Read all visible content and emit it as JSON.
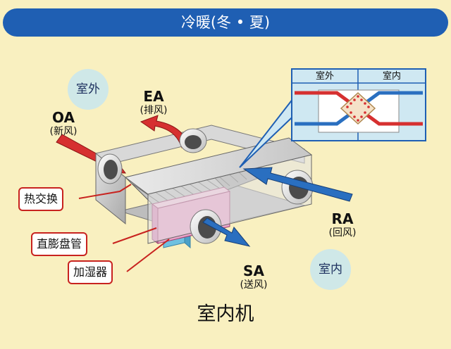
{
  "banner": {
    "title": "冷暖(冬 • 夏)"
  },
  "zones": {
    "outdoor": "室外",
    "indoor": "室内"
  },
  "airflows": {
    "oa": {
      "code": "OA",
      "name": "(新风)"
    },
    "ea": {
      "code": "EA",
      "name": "(排风)"
    },
    "ra": {
      "code": "RA",
      "name": "(回风)"
    },
    "sa": {
      "code": "SA",
      "name": "(送风)"
    }
  },
  "callouts": {
    "heat_exchanger": "热交换",
    "dx_coil": "直膨盘管",
    "humidifier": "加湿器"
  },
  "inset": {
    "outdoor_label": "室外",
    "indoor_label": "室内"
  },
  "unit_title": "室内机",
  "colors": {
    "background": "#f9f0c0",
    "banner": "#1f5fb3",
    "warm_air": "#d63030",
    "cool_air": "#2a6fc0",
    "callout_border": "#c8231f"
  }
}
